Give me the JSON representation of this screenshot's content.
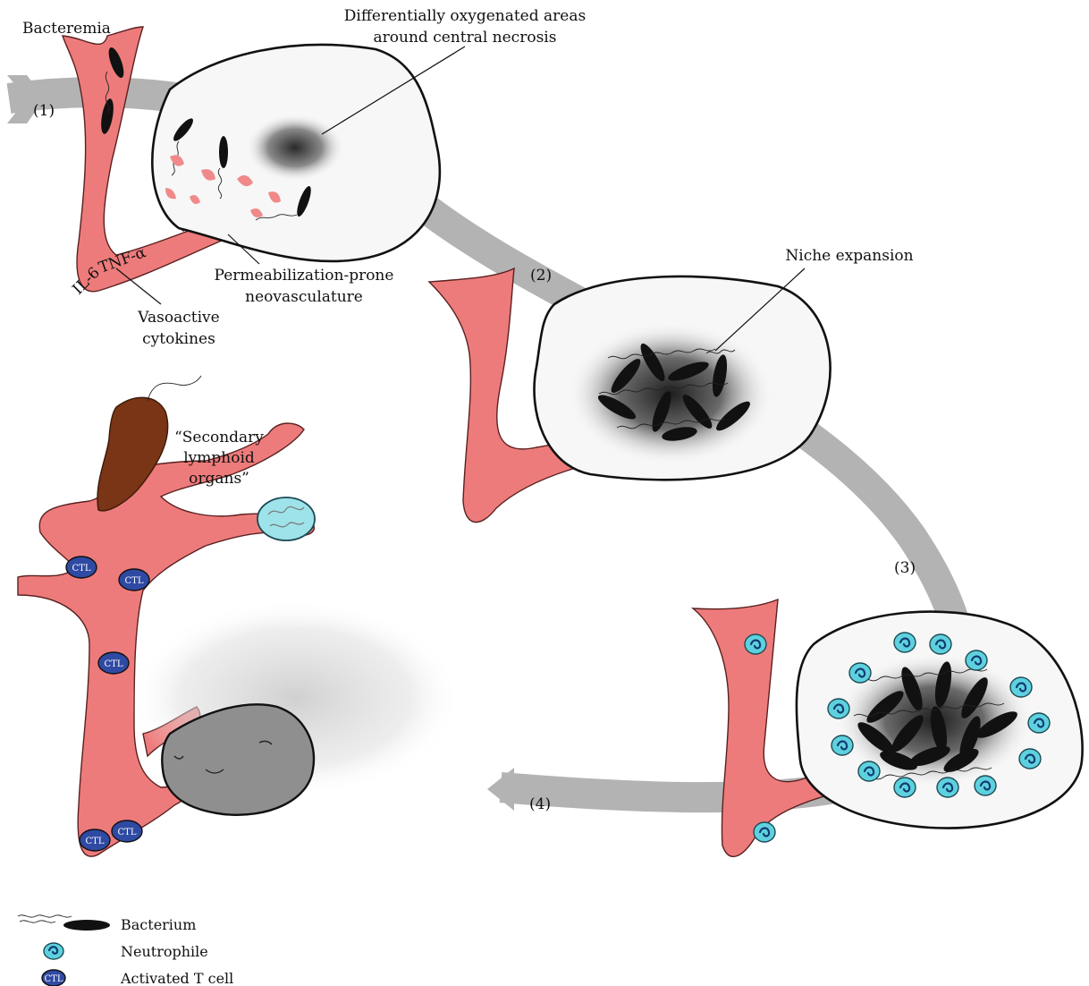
{
  "labels": {
    "bacteremia": "Bacteremia",
    "oxygen_line1": "Differentially oxygenated areas",
    "oxygen_line2": "around central necrosis",
    "perm_line1": "Permeabilization-prone",
    "perm_line2": "neovasculature",
    "tnf": "TNF-α",
    "il6": "IL-6",
    "vaso_line1": "Vasoactive",
    "vaso_line2": "cytokines",
    "niche": "Niche expansion",
    "slo_line1": "“Secondary",
    "slo_line2": "lymphoid",
    "slo_line3": "organs”"
  },
  "steps": [
    "(1)",
    "(2)",
    "(3)",
    "(4)"
  ],
  "cell_label": "CTL",
  "legend": [
    {
      "icon": "bacterium-icon",
      "label": "Bacterium"
    },
    {
      "icon": "neutrophil-icon",
      "label": "Neutrophile"
    },
    {
      "icon": "t-cell-icon",
      "label": "Activated T cell"
    }
  ],
  "colors": {
    "vessel": "#ee7b7b",
    "arrow": "#b3b3b3",
    "tumor_fill": "#f7f7f7",
    "ctl": "#2f4aa3",
    "neutrophil": "#5ed1de",
    "spleen": "#7a3416",
    "necrosis": "#8f8f8f"
  }
}
